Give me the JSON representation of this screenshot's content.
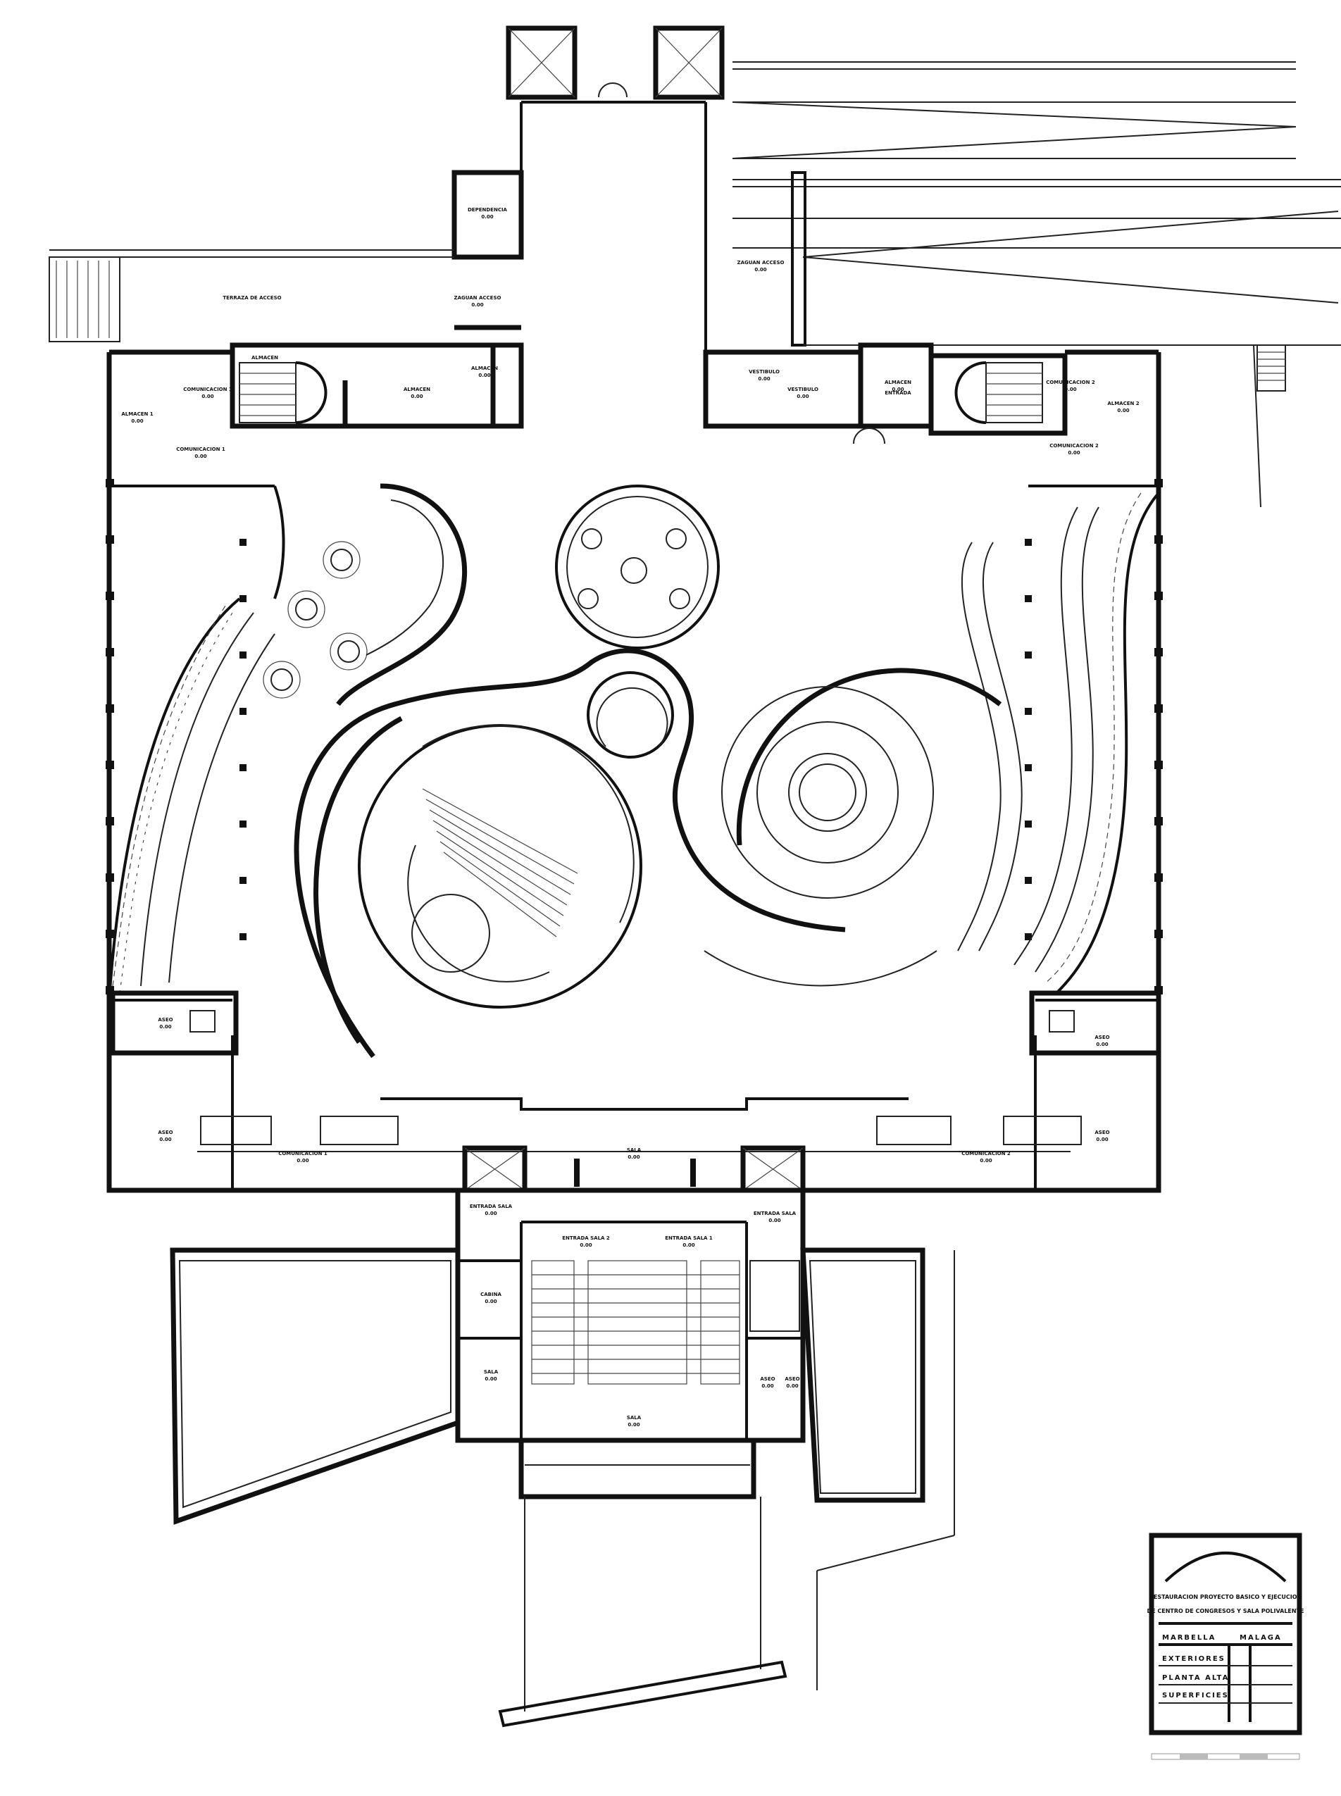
{
  "rooms": [
    {
      "name": "DEPENDENCIA",
      "area": "0.00"
    },
    {
      "name": "TERRAZA DE ACCESO",
      "area": ""
    },
    {
      "name": "ZAGUAN ACCESO",
      "area": "0.00"
    },
    {
      "name": "ZAGUAN ACCESO",
      "area": "0.00"
    },
    {
      "name": "ALMACEN",
      "area": ""
    },
    {
      "name": "ALMACEN",
      "area": "0.00"
    },
    {
      "name": "ALMACEN 1",
      "area": "0.00"
    },
    {
      "name": "COMUNICACION 1",
      "area": "0.00"
    },
    {
      "name": "COMUNICACION 1",
      "area": "0.00"
    },
    {
      "name": "ALMACEN",
      "area": "0.00"
    },
    {
      "name": "VESTIBULO",
      "area": "0.00"
    },
    {
      "name": "VESTIBULO",
      "area": "0.00"
    },
    {
      "name": "ALMACEN",
      "area": "0.00"
    },
    {
      "name": "ENTRADA",
      "area": "0.00"
    },
    {
      "name": "COMUNICACION 2",
      "area": "0.00"
    },
    {
      "name": "ALMACEN 2",
      "area": "0.00"
    },
    {
      "name": "COMUNICACION 2",
      "area": "0.00"
    },
    {
      "name": "ASEO",
      "area": "0.00"
    },
    {
      "name": "ASEO",
      "area": "0.00"
    },
    {
      "name": "ASEO",
      "area": "0.00"
    },
    {
      "name": "ASEO",
      "area": "0.00"
    },
    {
      "name": "COMUNICACION 1",
      "area": "0.00"
    },
    {
      "name": "SALA",
      "area": "0.00"
    },
    {
      "name": "COMUNICACION 2",
      "area": "0.00"
    },
    {
      "name": "ENTRADA SALA",
      "area": "0.00"
    },
    {
      "name": "ENTRADA SALA 2",
      "area": "0.00"
    },
    {
      "name": "ENTRADA SALA 1",
      "area": "0.00"
    },
    {
      "name": "ENTRADA SALA",
      "area": "0.00"
    },
    {
      "name": "CABINA",
      "area": "0.00"
    },
    {
      "name": "SALA",
      "area": "0.00"
    },
    {
      "name": "ASEO",
      "area": "0.00"
    },
    {
      "name": "ASEO",
      "area": "0.00"
    },
    {
      "name": "SALA",
      "area": "0.00"
    }
  ],
  "title_block": {
    "line1": "RESTAURACION PROYECTO BASICO Y EJECUCION",
    "line2": "DE CENTRO DE CONGRESOS Y SALA POLIVALENTE",
    "city_left": "MARBELLA",
    "city_right": "MALAGA",
    "row1": "EXTERIORES",
    "row2": "PLANTA ALTA",
    "row3": "SUPERFICIES",
    "row4": "",
    "row5": "",
    "sheet": "",
    "code": "",
    "scale": ""
  }
}
